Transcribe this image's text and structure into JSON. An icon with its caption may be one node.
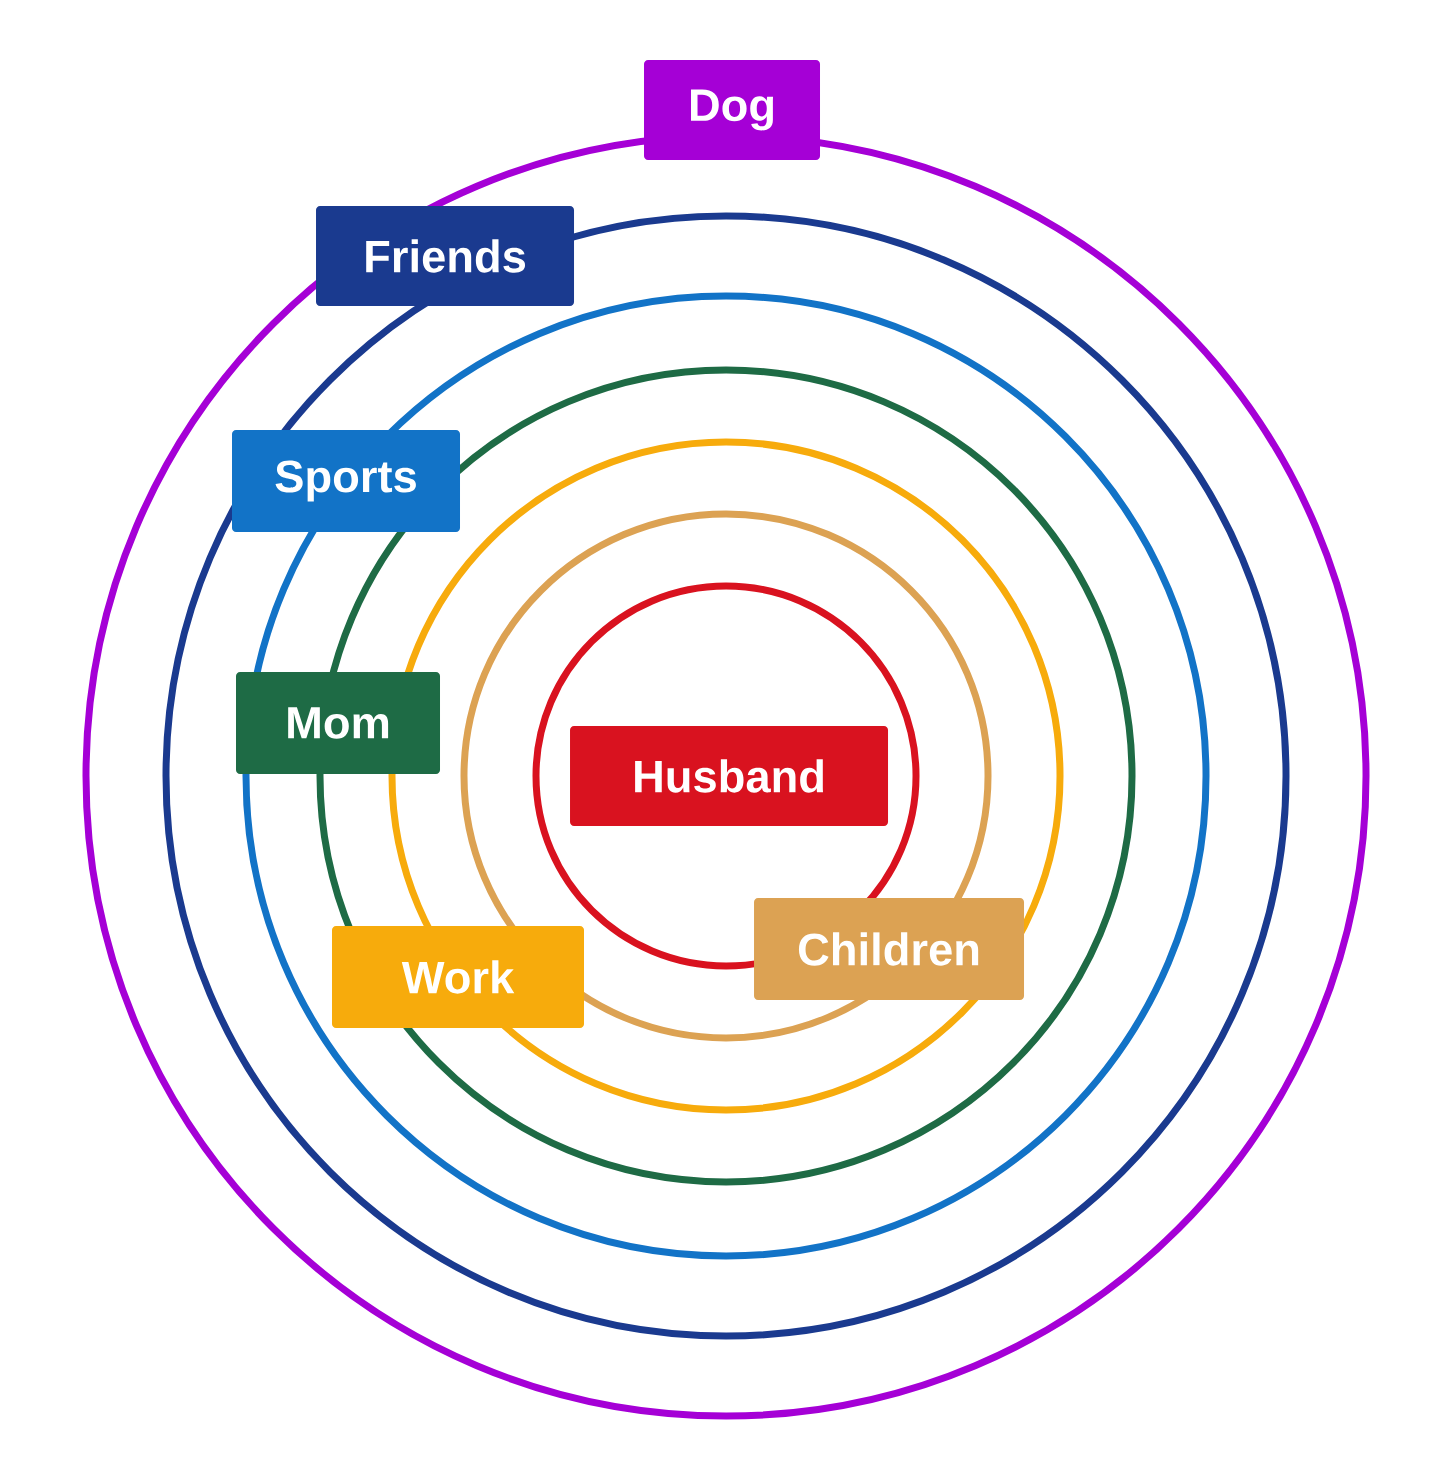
{
  "diagram": {
    "nodes": [
      {
        "text": [
          "Dog"
        ]
      },
      {
        "text": [
          "Friends"
        ],
        "in": 0
      },
      {
        "text": [
          "Sports"
        ],
        "in": 1
      },
      {
        "text": [
          "Mom"
        ],
        "in": 2
      },
      {
        "text": [
          "Work"
        ],
        "in": 3
      },
      {
        "text": [
          "Children"
        ],
        "in": 4
      },
      {
        "text": [
          "Husband"
        ],
        "in": 5
      }
    ]
  }
}
